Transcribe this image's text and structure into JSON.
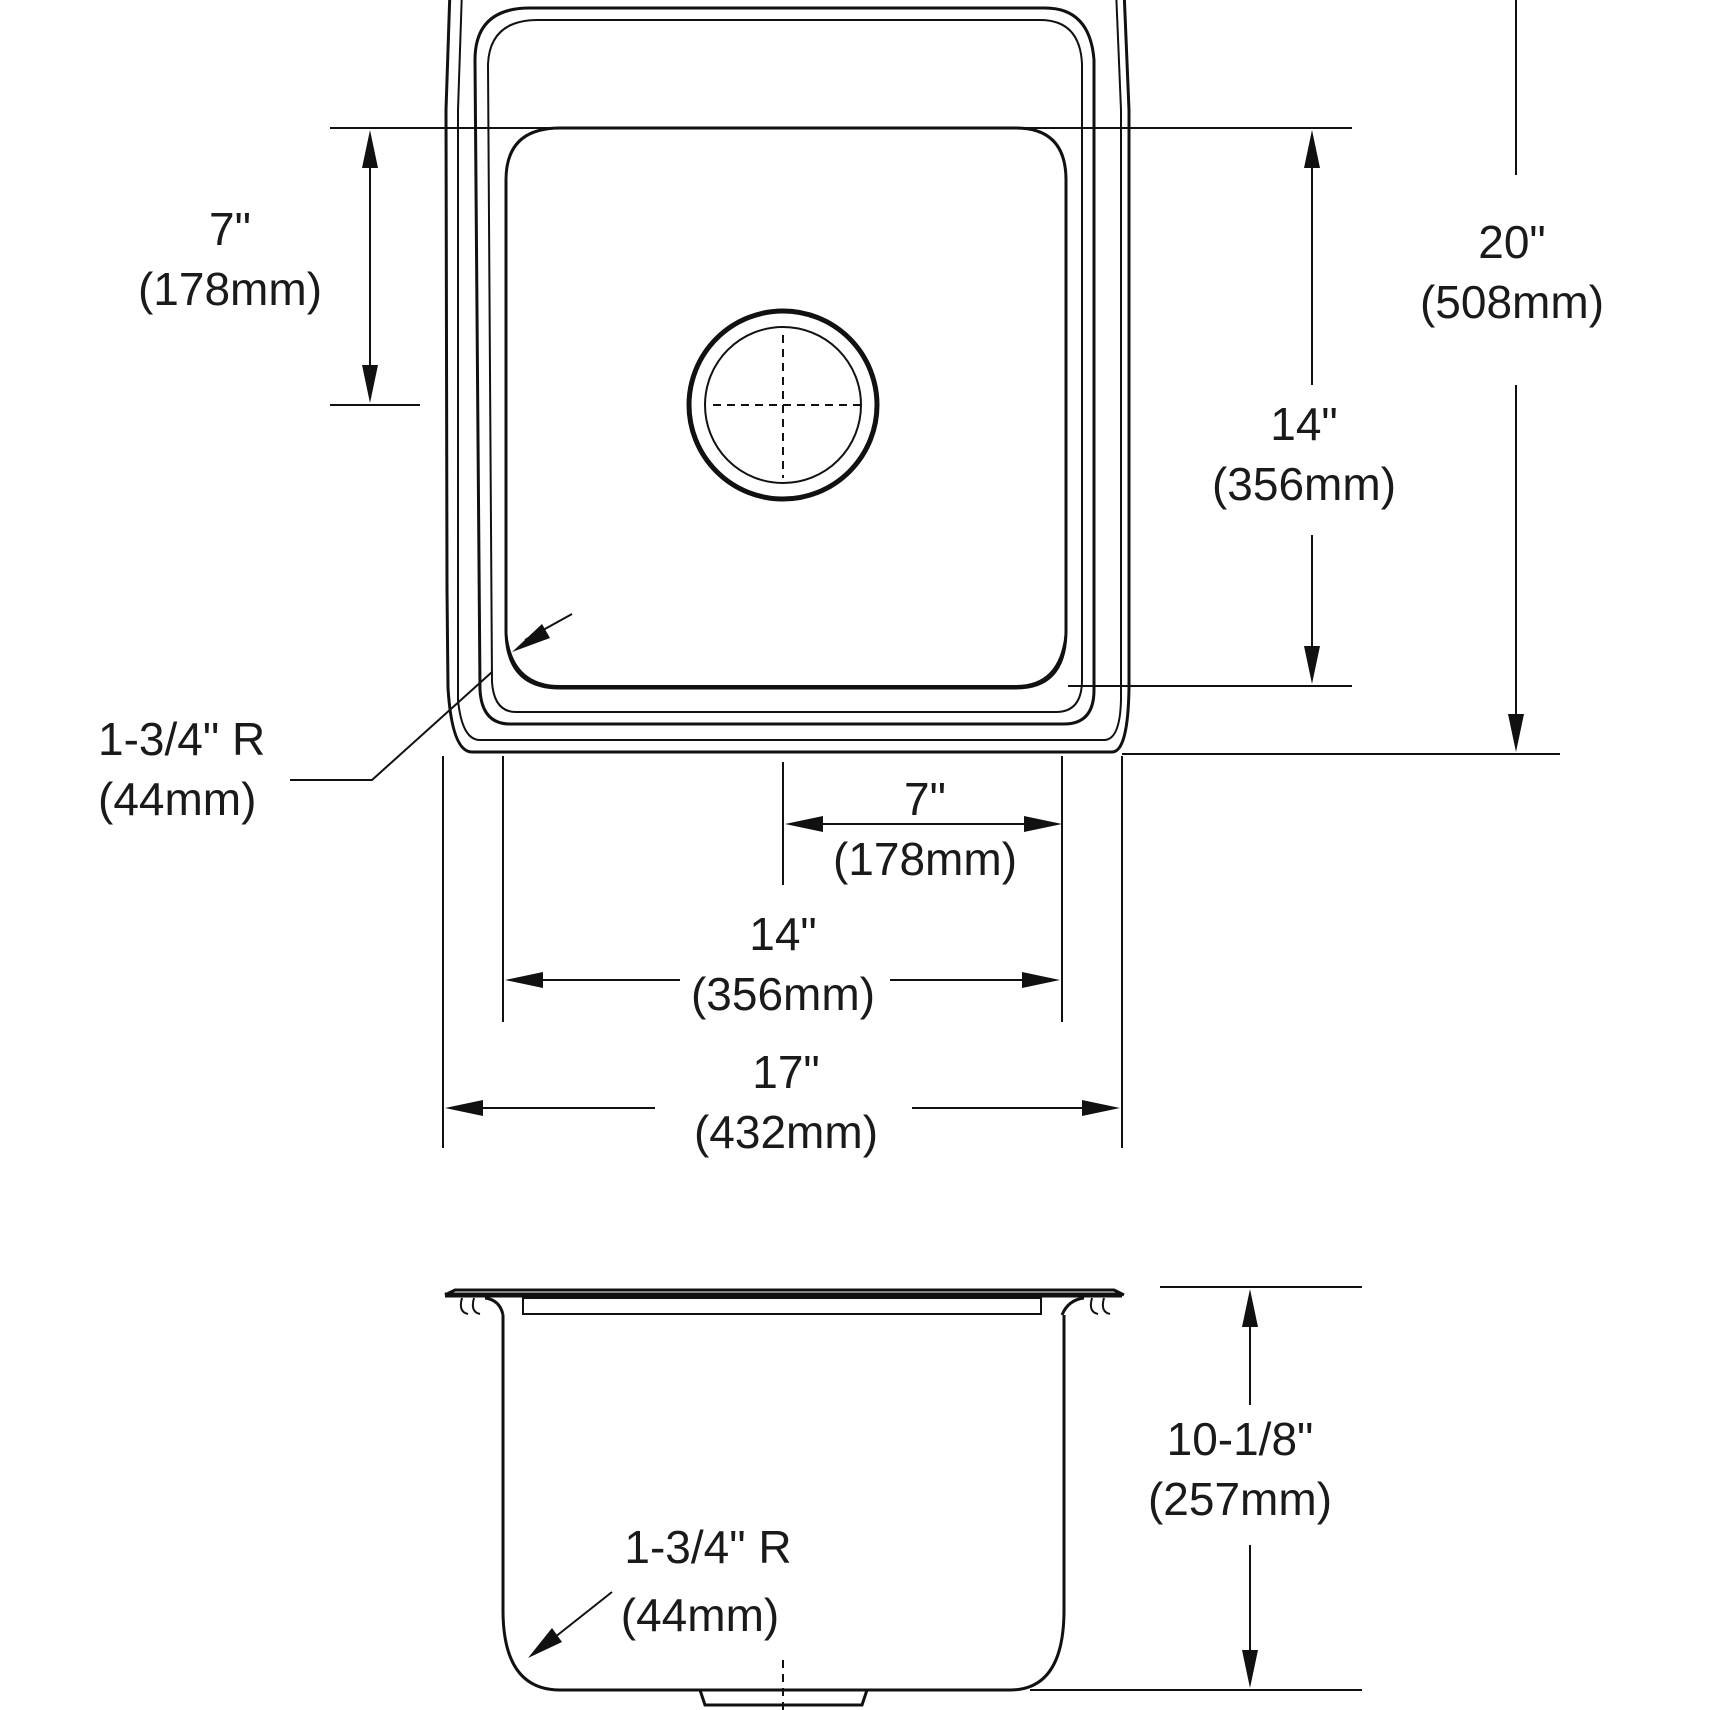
{
  "top_view": {
    "drain_offset_vertical": {
      "inches": "7\"",
      "mm": "(178mm)"
    },
    "overall_length": {
      "inches": "20\"",
      "mm": "(508mm)"
    },
    "bowl_length": {
      "inches": "14\"",
      "mm": "(356mm)"
    },
    "corner_radius": {
      "inches": "1-3/4\" R",
      "mm": "(44mm)"
    },
    "drain_offset_horizontal": {
      "inches": "7\"",
      "mm": "(178mm)"
    },
    "bowl_width": {
      "inches": "14\"",
      "mm": "(356mm)"
    },
    "overall_width": {
      "inches": "17\"",
      "mm": "(432mm)"
    }
  },
  "side_view": {
    "bowl_depth": {
      "inches": "10-1/8\"",
      "mm": "(257mm)"
    },
    "corner_radius": {
      "inches": "1-3/4\" R",
      "mm": "(44mm)"
    }
  }
}
